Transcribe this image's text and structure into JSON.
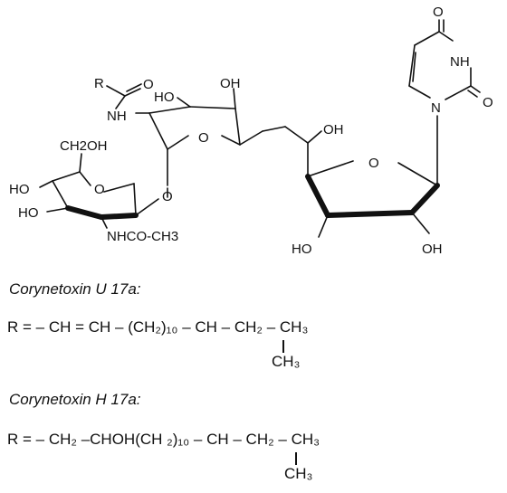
{
  "structure": {
    "atoms": {
      "o_carbonyl_uracil_top": "O",
      "nh_uracil": "NH",
      "o_carbonyl_uracil_right": "O",
      "n_uracil": "N",
      "r_group": "R",
      "o_amide": "O",
      "nh_amide": "NH",
      "ho_pyran_a": "HO",
      "oh_pyran_top": "OH",
      "o_pyran_ring": "O",
      "oh_bridge": "OH",
      "o_furan_ring": "O",
      "ho_furan": "HO",
      "oh_furan": "OH",
      "ch2oh": "CH2OH",
      "ho_glc_left": "HO",
      "ho_glc_lower": "HO",
      "o_glycosidic": "O",
      "nhcoch3": "NHCO-CH3",
      "o_glc_ring": "O"
    }
  },
  "variants": [
    {
      "name": "Corynetoxin U 17a:",
      "formula_main": "R = – CH = CH – (CH₂)₁₀ – CH – CH₂ – CH₃",
      "branch": "CH₃"
    },
    {
      "name": "Corynetoxin H 17a:",
      "formula_main": "R = – CH₂ –CHOH(CH ₂)₁₀ – CH – CH₂ – CH₃",
      "branch": "CH₃"
    }
  ]
}
